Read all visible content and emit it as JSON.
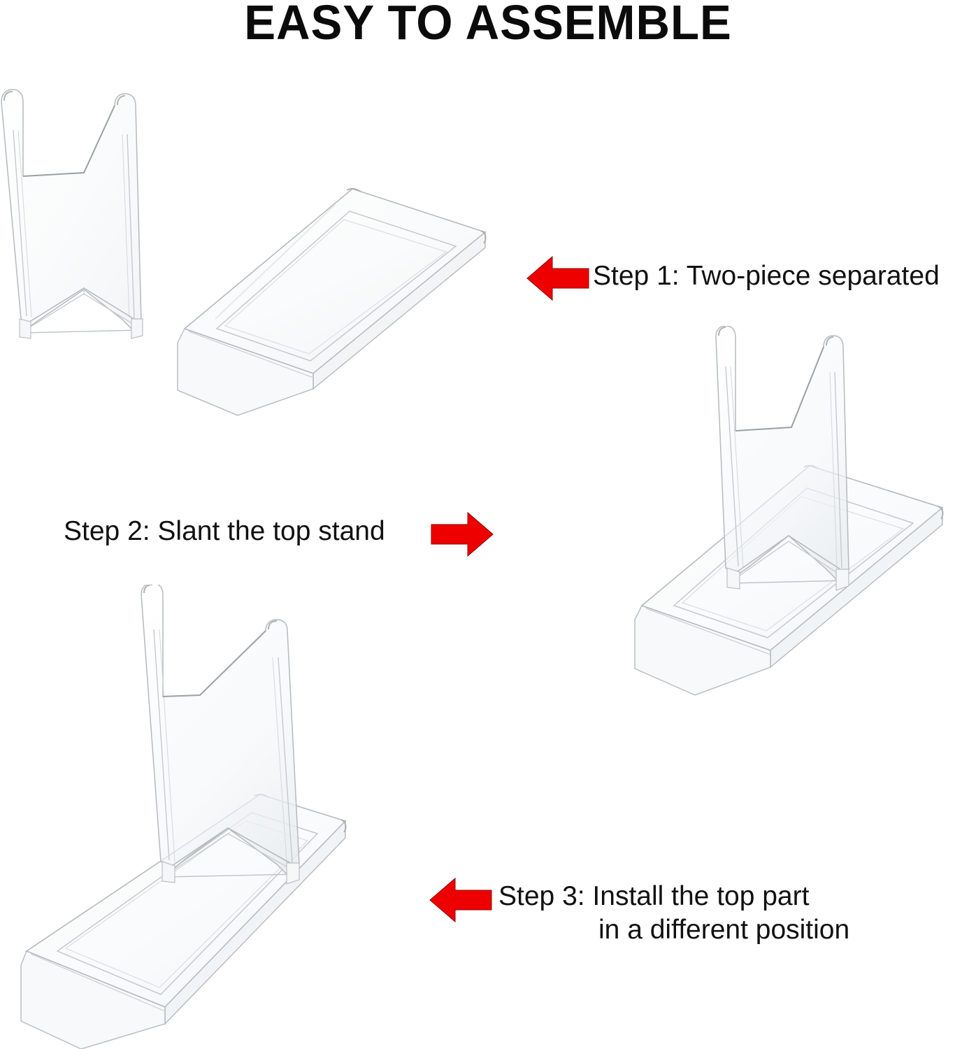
{
  "page": {
    "title": "EASY TO ASSEMBLE",
    "background_color": "#ffffff",
    "text_color": "#111111",
    "arrow_color": "#ee0000",
    "acrylic_edge_color": "#b8bcc0"
  },
  "steps": [
    {
      "id": "step-1",
      "label": "Step 1: Two-piece separated",
      "arrow_direction": "left",
      "arrow_icon": "arrow-left-icon"
    },
    {
      "id": "step-2",
      "label": "Step 2: Slant the top stand",
      "arrow_direction": "right",
      "arrow_icon": "arrow-right-icon"
    },
    {
      "id": "step-3",
      "label_line1": "Step 3: Install the top part",
      "label_line2": "in a different position",
      "arrow_direction": "left",
      "arrow_icon": "arrow-left-icon"
    }
  ],
  "illustrations": [
    {
      "id": "piece-top-1",
      "name": "acrylic-top-piece",
      "description": "Clear acrylic V-notched upright stand piece, standing alone"
    },
    {
      "id": "piece-base-1",
      "name": "acrylic-base-piece",
      "description": "Clear acrylic rectangular base tray with recessed slot and front lip"
    },
    {
      "id": "stand-2",
      "name": "assembled-stand-upright",
      "description": "Assembled stand with top piece inserted in forward slot, steeper angle"
    },
    {
      "id": "stand-3",
      "name": "assembled-stand-reclined",
      "description": "Assembled stand with top piece inserted in a different slot, reclined angle"
    }
  ]
}
